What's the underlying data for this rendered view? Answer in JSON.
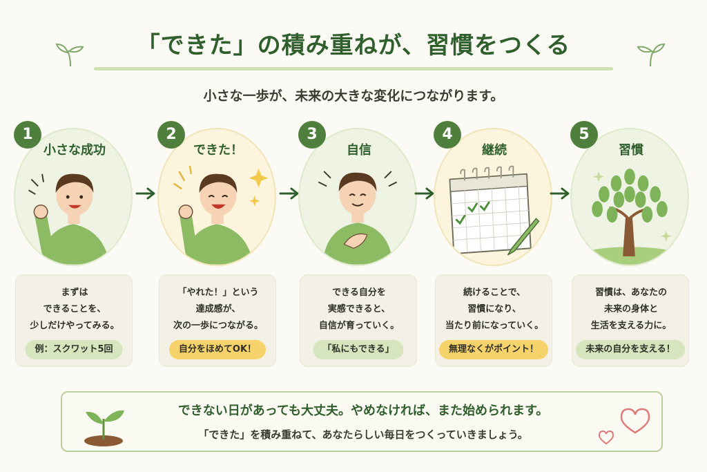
{
  "header": {
    "title": "「できた」の積み重ねが、習慣をつくる",
    "subtitle": "小さな一歩が、未来の大きな変化につながります。"
  },
  "steps": [
    {
      "number": "1",
      "title": "小さな成功",
      "lines": [
        "まずは",
        "できることを、",
        "少しだけやってみる。"
      ],
      "pill": "例：スクワット5回",
      "pill_style": "green"
    },
    {
      "number": "2",
      "title": "できた！",
      "lines": [
        "「やれた！」という",
        "達成感が、",
        "次の一歩につながる。"
      ],
      "pill": "自分をほめてOK！",
      "pill_style": "yellow"
    },
    {
      "number": "3",
      "title": "自信",
      "lines": [
        "できる自分を",
        "実感できると、",
        "自信が育っていく。"
      ],
      "pill": "「私にもできる」",
      "pill_style": "green"
    },
    {
      "number": "4",
      "title": "継続",
      "lines": [
        "続けることで、",
        "習慣になり、",
        "当たり前になっていく。"
      ],
      "pill": "無理なくがポイント！",
      "pill_style": "yellow"
    },
    {
      "number": "5",
      "title": "習慣",
      "lines": [
        "習慣は、あなたの",
        "未来の身体と",
        "生活を支える力に。"
      ],
      "pill": "未来の自分を支える！",
      "pill_style": "green"
    }
  ],
  "footer": {
    "line1": "できない日があっても大丈夫。やめなければ、また始められます。",
    "line2": "「できた」を積み重ねて、あなたらしい毎日をつくっていきましょう。"
  },
  "colors": {
    "primary_green": "#2f5f2c",
    "badge_green": "#4f7f3c",
    "accent_yellow": "#f6d36a",
    "heart": "#e07a7a"
  }
}
